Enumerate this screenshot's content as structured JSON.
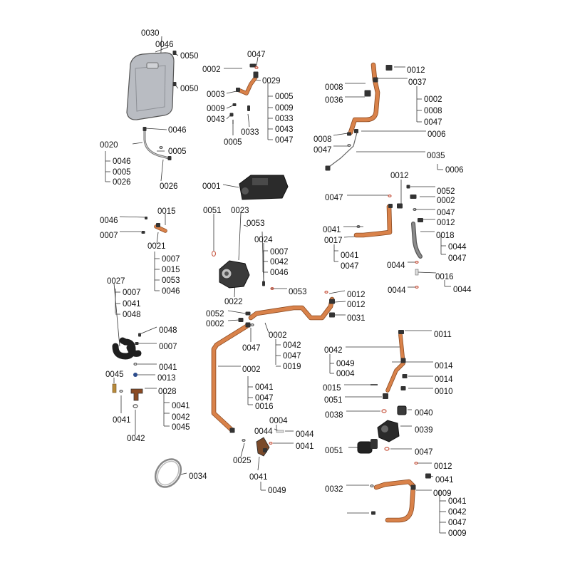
{
  "diagram": {
    "title": "",
    "colors": {
      "copper": "#d9824a",
      "copper_dark": "#8a4a22",
      "part_dark": "#333333",
      "tank": "#b9bcc2",
      "seal": "#c85a45"
    },
    "labels": [
      "0030",
      "0046",
      "0050",
      "0050",
      "0046",
      "0020",
      "0005",
      "0026",
      "0046",
      "0005",
      "0026",
      "0047",
      "0002",
      "0029",
      "0003",
      "0005",
      "0009",
      "0033",
      "0043",
      "0047",
      "0009",
      "0043",
      "0033",
      "0005",
      "0012",
      "0008",
      "0037",
      "0036",
      "0002",
      "0008",
      "0047",
      "0008",
      "0006",
      "0047",
      "0035",
      "0006",
      "0001",
      "0051",
      "0023",
      "0053",
      "0046",
      "0015",
      "0007",
      "0021",
      "0007",
      "0015",
      "0053",
      "0046",
      "0024",
      "0007",
      "0042",
      "0046",
      "0022",
      "0053",
      "0012",
      "0047",
      "0052",
      "0002",
      "0047",
      "0041",
      "0012",
      "0017",
      "0018",
      "0044",
      "0041",
      "0047",
      "0047",
      "0044",
      "0016",
      "0044",
      "0044",
      "0027",
      "0007",
      "0041",
      "0048",
      "0048",
      "0007",
      "0041",
      "0013",
      "0045",
      "0028",
      "0041",
      "0042",
      "0045",
      "0041",
      "0042",
      "0034",
      "0052",
      "0002",
      "0047",
      "0012",
      "0012",
      "0031",
      "0002",
      "0042",
      "0047",
      "0019",
      "0002",
      "0041",
      "0047",
      "0016",
      "0004",
      "0044",
      "0044",
      "0041",
      "0025",
      "0041",
      "0049",
      "0011",
      "0042",
      "0049",
      "0004",
      "0014",
      "0014",
      "0010",
      "0015",
      "0051",
      "0038",
      "0040",
      "0039",
      "0051",
      "0047",
      "0012",
      "0041",
      "0032",
      "0009",
      "0041",
      "0042",
      "0047",
      "0009"
    ]
  }
}
